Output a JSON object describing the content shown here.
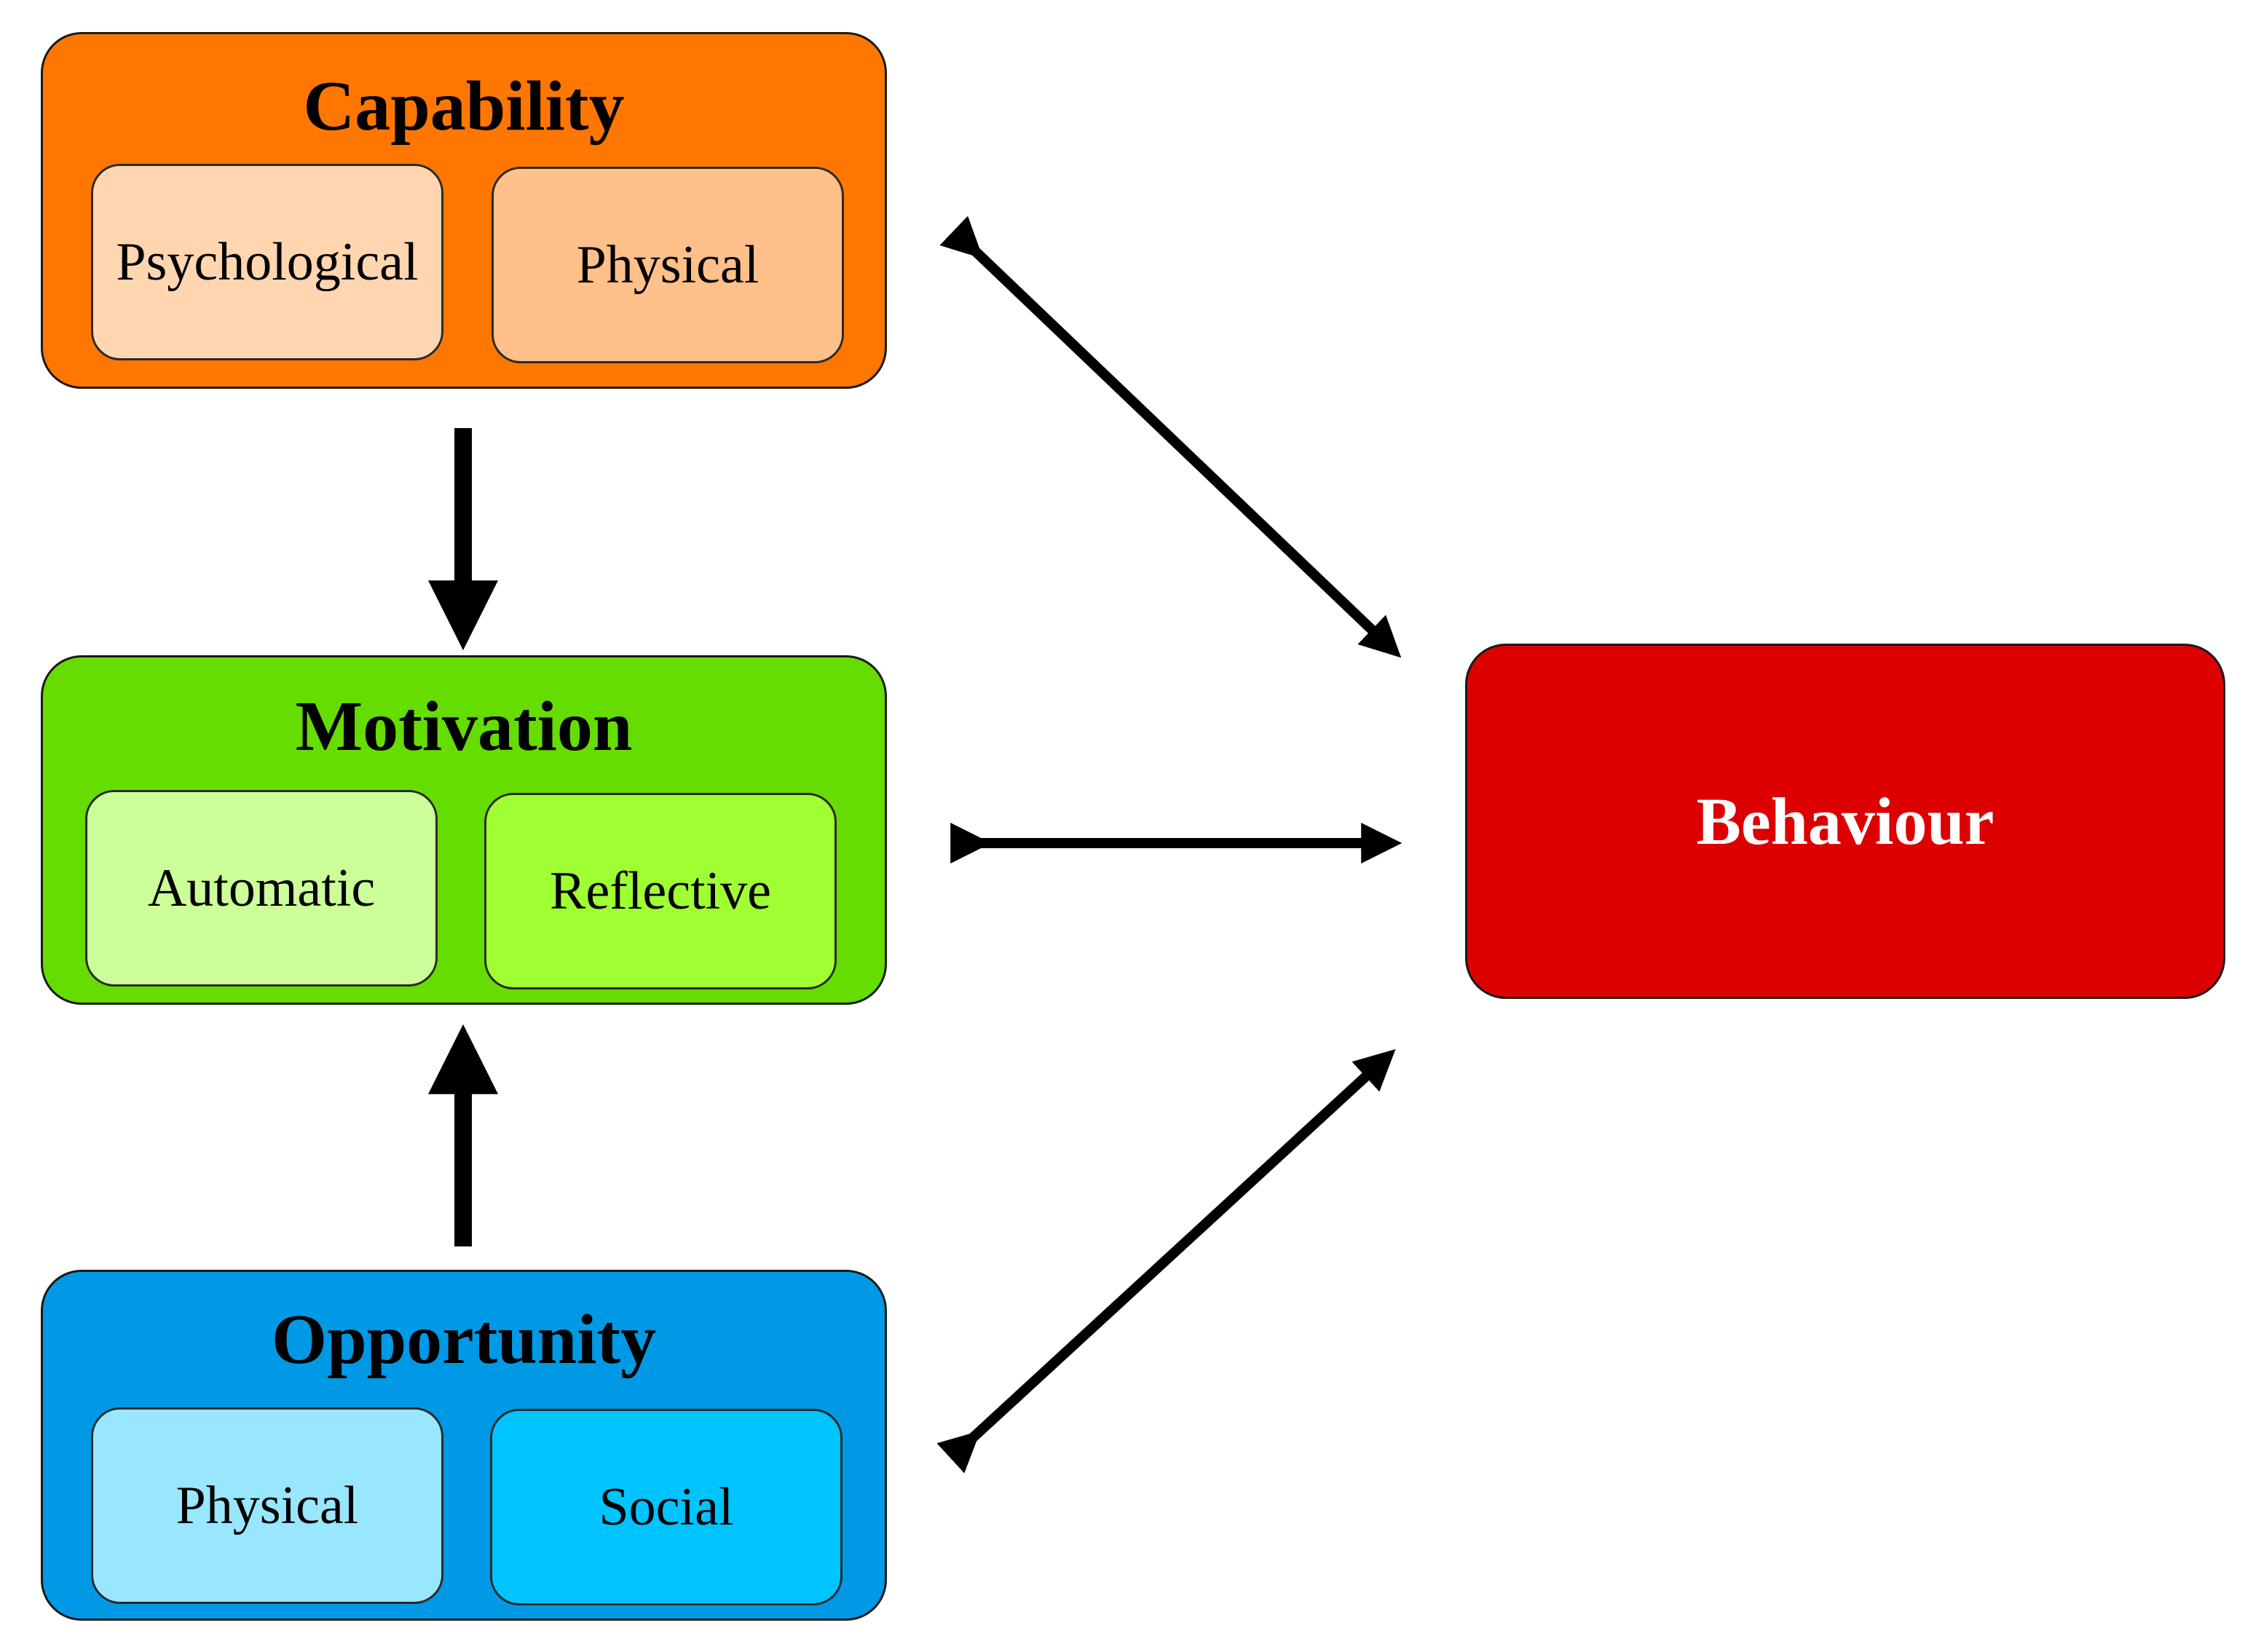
{
  "capability": {
    "title": "Capability",
    "color": "#ff7700",
    "sub": [
      {
        "label": "Psychological",
        "color": "#ffd6b0"
      },
      {
        "label": "Physical",
        "color": "#ffc08a"
      }
    ]
  },
  "motivation": {
    "title": "Motivation",
    "color": "#66dd00",
    "sub": [
      {
        "label": "Automatic",
        "color": "#ccff99"
      },
      {
        "label": "Reflective",
        "color": "#a0ff33"
      }
    ]
  },
  "opportunity": {
    "title": "Opportunity",
    "color": "#0099e6",
    "sub": [
      {
        "label": "Physical",
        "color": "#99e6ff"
      },
      {
        "label": "Social",
        "color": "#00c4ff"
      }
    ]
  },
  "behaviour": {
    "label": "Behaviour",
    "color": "#dd0000"
  }
}
